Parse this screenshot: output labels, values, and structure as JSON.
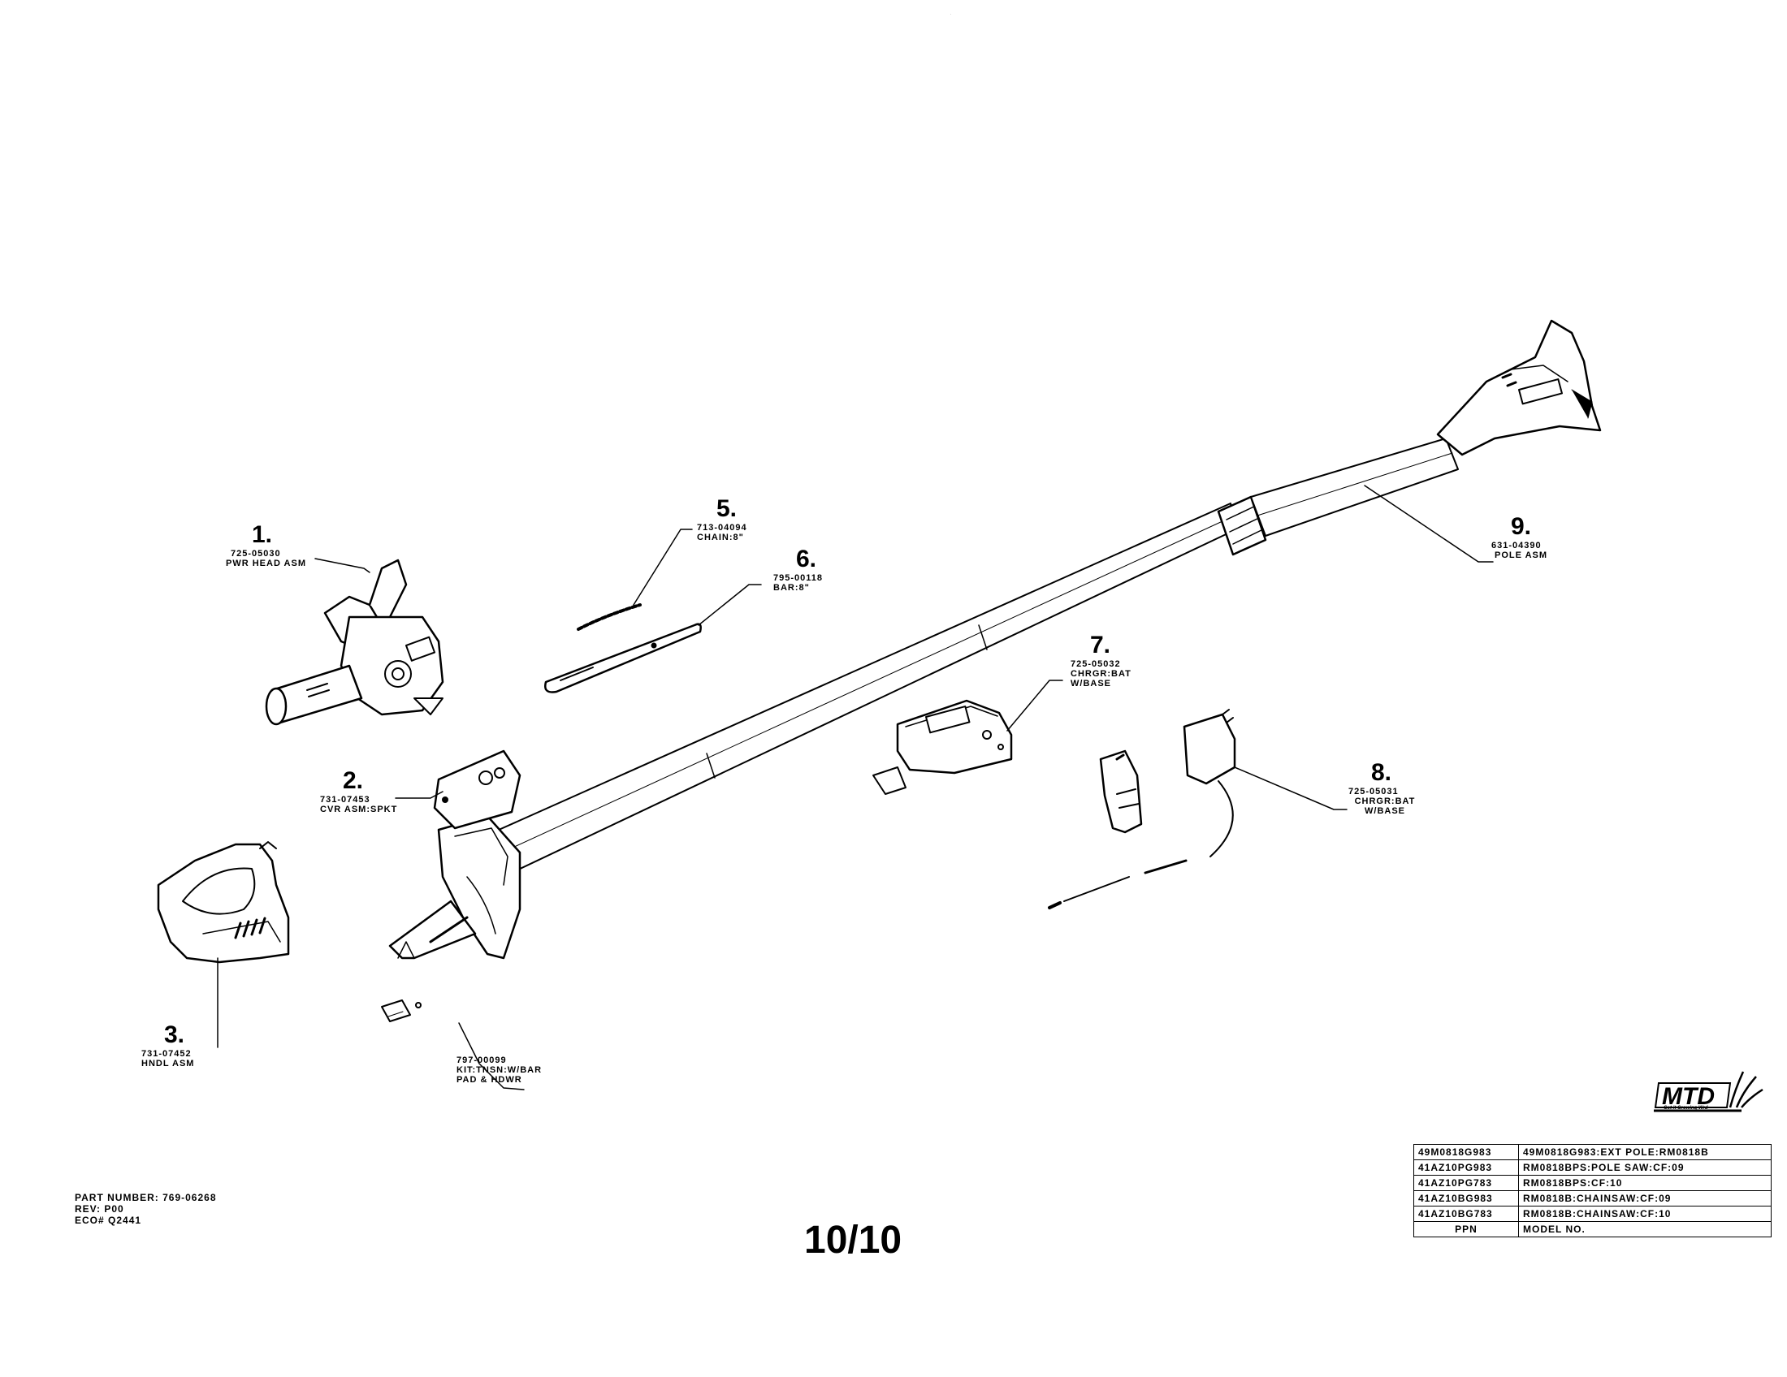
{
  "callouts": [
    {
      "num": "1.",
      "pn": "725-05030",
      "desc": "PWR HEAD ASM"
    },
    {
      "num": "2.",
      "pn": "731-07453",
      "desc": "CVR ASM:SPKT"
    },
    {
      "num": "3.",
      "pn": "731-07452",
      "desc": "HNDL ASM"
    },
    {
      "num": "",
      "pn": "797-00099",
      "desc": "KIT:TNSN:W/BAR\nPAD & HDWR"
    },
    {
      "num": "5.",
      "pn": "713-04094",
      "desc": "CHAIN:8\""
    },
    {
      "num": "6.",
      "pn": "795-00118",
      "desc": "BAR:8\""
    },
    {
      "num": "7.",
      "pn": "725-05032",
      "desc": "CHRGR:BAT\nW/BASE"
    },
    {
      "num": "8.",
      "pn": "725-05031",
      "desc": "CHRGR:BAT\nW/BASE"
    },
    {
      "num": "9.",
      "pn": "631-04390",
      "desc": "POLE ASM"
    }
  ],
  "footer": {
    "part_number": "PART NUMBER: 769-06268",
    "rev": "REV: P00",
    "eco": "ECO# Q2441",
    "page": "10/10"
  },
  "logo": {
    "text": "MTD",
    "tagline": "Get it Growing Wrd"
  },
  "model_table": {
    "rows": [
      {
        "ppn": "49M0818G983",
        "model": "49M0818G983:EXT POLE:RM0818B"
      },
      {
        "ppn": "41AZ10PG983",
        "model": "RM0818BPS:POLE SAW:CF:09"
      },
      {
        "ppn": "41AZ10PG783",
        "model": "RM0818BPS:CF:10"
      },
      {
        "ppn": "41AZ10BG983",
        "model": "RM0818B:CHAINSAW:CF:09"
      },
      {
        "ppn": "41AZ10BG783",
        "model": "RM0818B:CHAINSAW:CF:10"
      }
    ],
    "header": {
      "ppn": "PPN",
      "model": "MODEL NO."
    }
  }
}
